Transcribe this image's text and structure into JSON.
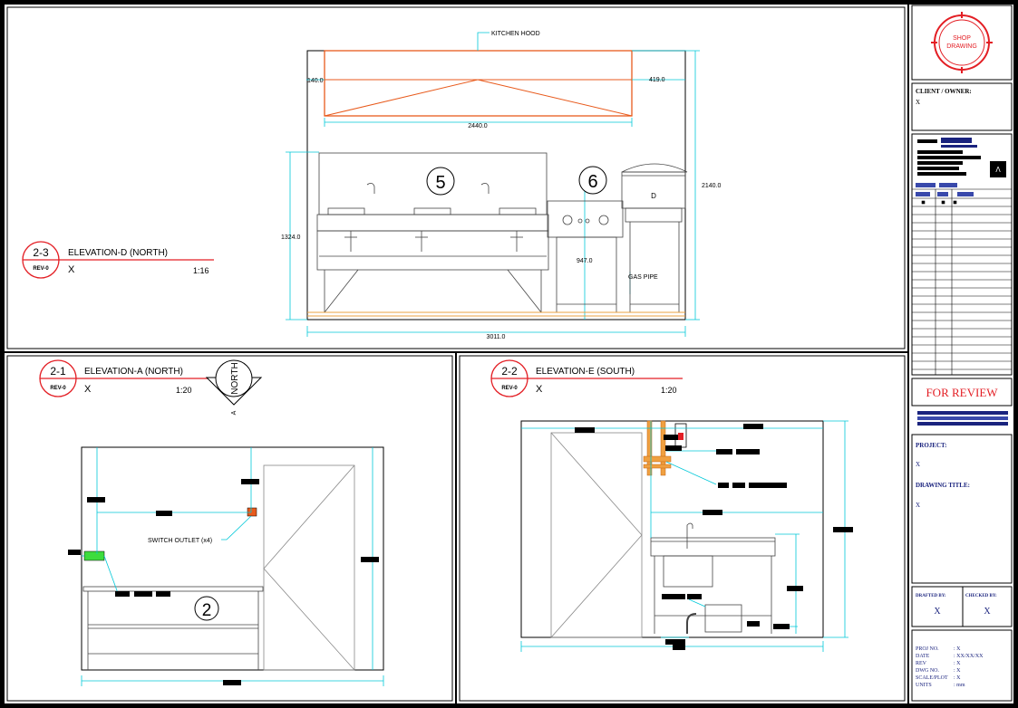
{
  "stamp": {
    "line1": "SHOP",
    "line2": "DRAWING"
  },
  "client": {
    "label": "CLIENT / OWNER:",
    "value": "X"
  },
  "for_review": "FOR REVIEW",
  "project": {
    "label": "PROJECT:",
    "value": "X"
  },
  "drawing_title": {
    "label": "DRAWING TITLE:",
    "value": "X"
  },
  "drafted_by": {
    "label": "DRAFTED BY:",
    "value": "X"
  },
  "checked_by": {
    "label": "CHECKED BY:",
    "value": "X"
  },
  "info": [
    {
      "key": "PROJ NO.",
      "value": ": X"
    },
    {
      "key": "DATE",
      "value": ": XX/XX/XX"
    },
    {
      "key": "REV",
      "value": ": X"
    },
    {
      "key": "DWG NO.",
      "value": ": X"
    },
    {
      "key": "SCALE/PLOT",
      "value": ": X"
    },
    {
      "key": "UNITS",
      "value": ": mm"
    }
  ],
  "elev_d": {
    "tag": "2-3",
    "rev": "REV-0",
    "title": "ELEVATION-D (NORTH)",
    "sub": "X",
    "scale": "1:16",
    "hood_label": "KITCHEN HOOD",
    "dim_hood_w": "2440.0",
    "dim_hood_h": "140.0",
    "dim_hood_side": "419.0",
    "dim_total_h": "2140.0",
    "dim_range_h": "1324.0",
    "dim_grill_h": "947.0",
    "dim_total_w": "3011.0",
    "gas_pipe": "GAS PIPE",
    "item_5": "5",
    "item_6": "6",
    "item_d": "D"
  },
  "elev_a": {
    "tag": "2-1",
    "rev": "REV-0",
    "title": "ELEVATION-A (NORTH)",
    "sub": "X",
    "scale": "1:20",
    "north": "NORTH",
    "north_a": "A",
    "switch_label": "SWITCH OUTLET (x4)",
    "item_2": "2"
  },
  "elev_e": {
    "tag": "2-2",
    "rev": "REV-0",
    "title": "ELEVATION-E (SOUTH)",
    "sub": "X",
    "scale": "1:20"
  }
}
